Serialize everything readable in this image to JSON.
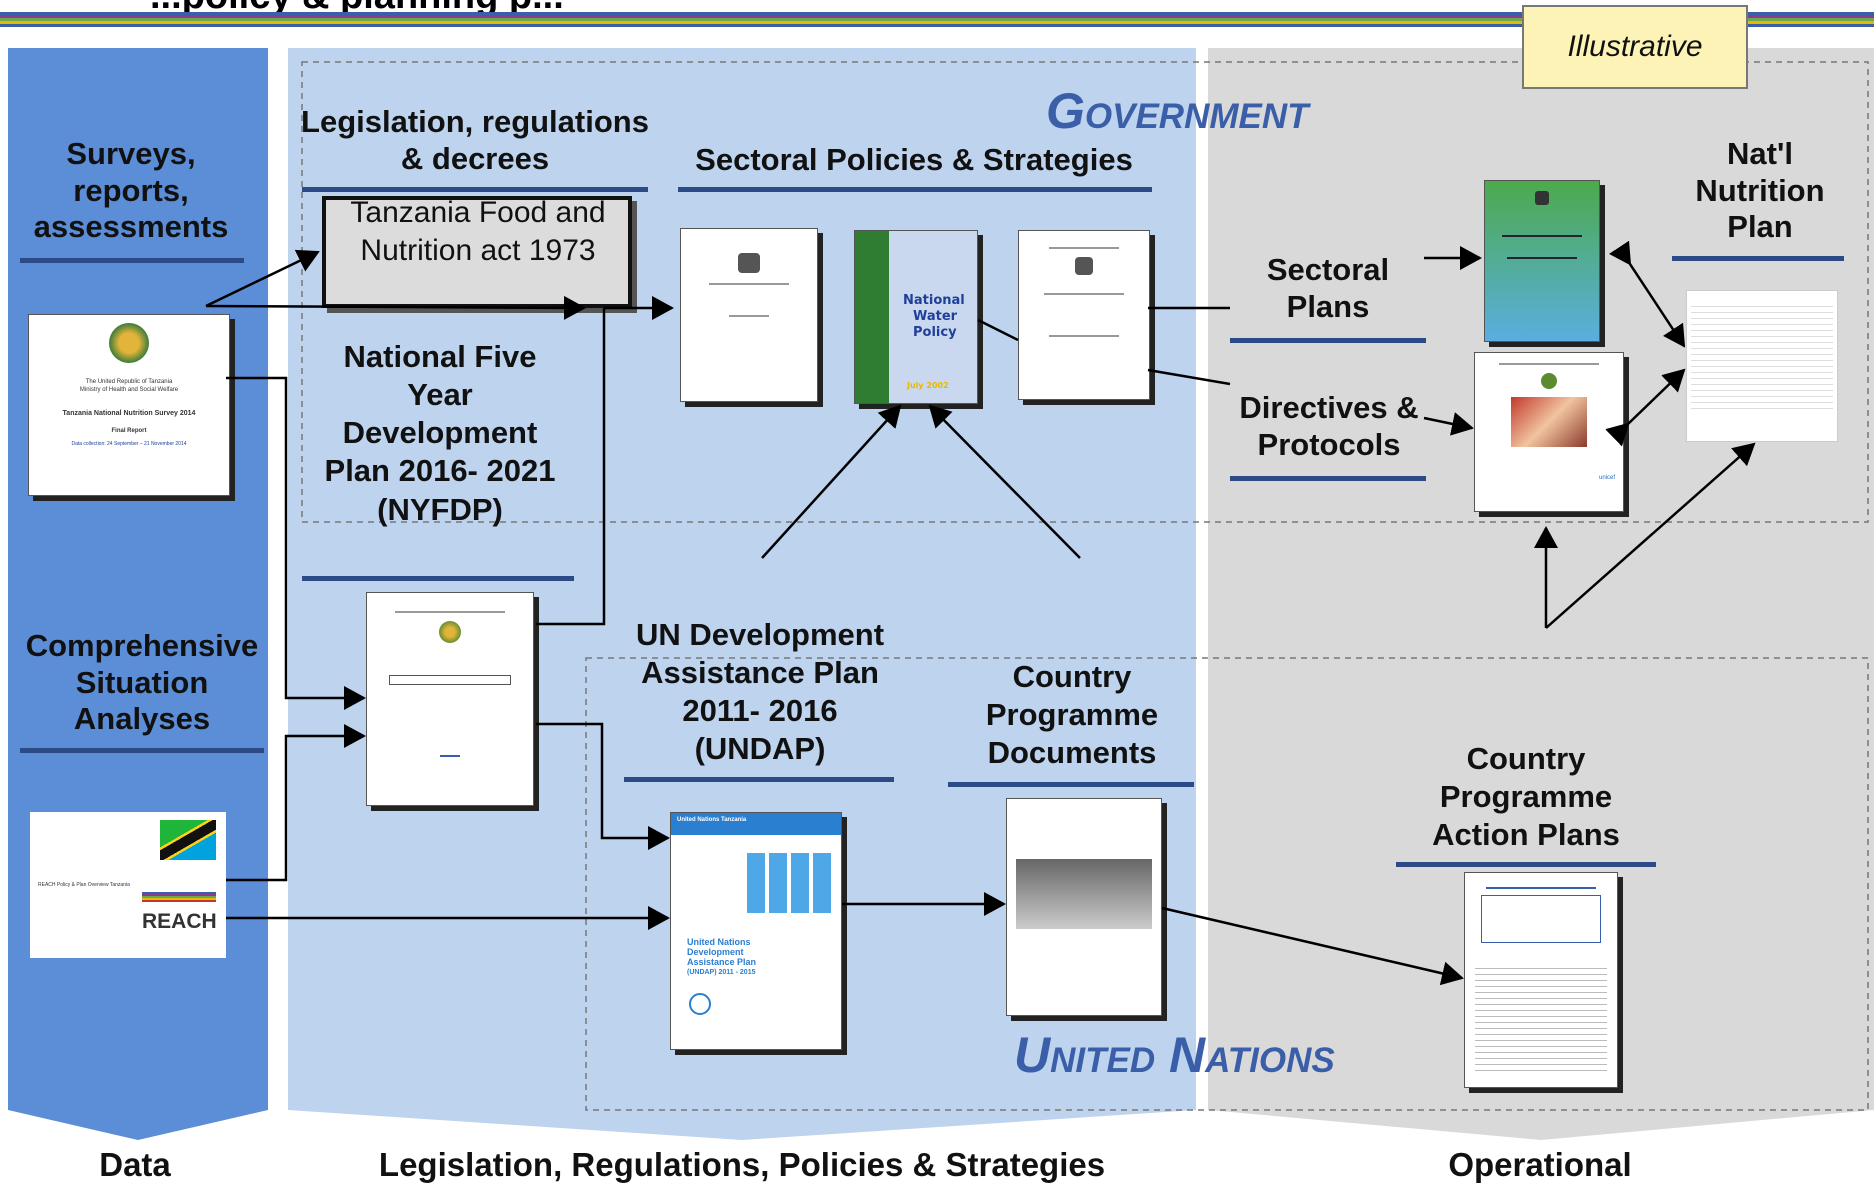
{
  "title": "...policy & planning p...",
  "illustrative": "Illustrative",
  "zones": {
    "government": "Government",
    "united_nations": "United Nations"
  },
  "columns": {
    "data": "Data",
    "legislation": "Legislation, Regulations, Policies & Strategies",
    "operational": "Operational"
  },
  "labels": {
    "surveys": "Surveys, reports, assessments",
    "legislation_regs": "Legislation, regulations & decrees",
    "food_act": "Tanzania Food and Nutrition act 1973",
    "sectoral_policies": "Sectoral Policies & Strategies",
    "nfydp": "National Five Year Development Plan 2016- 2021 (NYFDP)",
    "csa": "Comprehensive Situation Analyses",
    "undap": "UN Development Assistance Plan 2011- 2016 (UNDAP)",
    "cpd": "Country Programme Documents",
    "sectoral_plans": "Sectoral Plans",
    "directives": "Directives & Protocols",
    "nnp": "Nat'l Nutrition Plan",
    "cpap": "Country Programme Action Plans"
  },
  "documents": {
    "survey": {
      "line1": "The United Republic of Tanzania",
      "line2": "Ministry of Health and Social Welfare",
      "title": "Tanzania National Nutrition Survey 2014",
      "subtitle": "Final Report",
      "dates": "Data collection: 24 September – 21 November 2014"
    },
    "reach": {
      "caption": "REACH Policy & Plan Overview Tanzania",
      "logo": "REACH"
    },
    "water": {
      "line1": "National",
      "line2": "Water",
      "line3": "Policy",
      "date": "July 2002"
    },
    "undap_cover": {
      "header": "United Nations Tanzania",
      "line1": "United Nations",
      "line2": "Development",
      "line3": "Assistance Plan",
      "line4": "(UNDAP) 2011 - 2015"
    }
  },
  "colors": {
    "data_col": "#5b8ed6",
    "legislation_col": "#bdd3ee",
    "operational_col": "#d9d9d9",
    "heading_blue": "#3a5fa8",
    "underline": "#2c4a86"
  }
}
